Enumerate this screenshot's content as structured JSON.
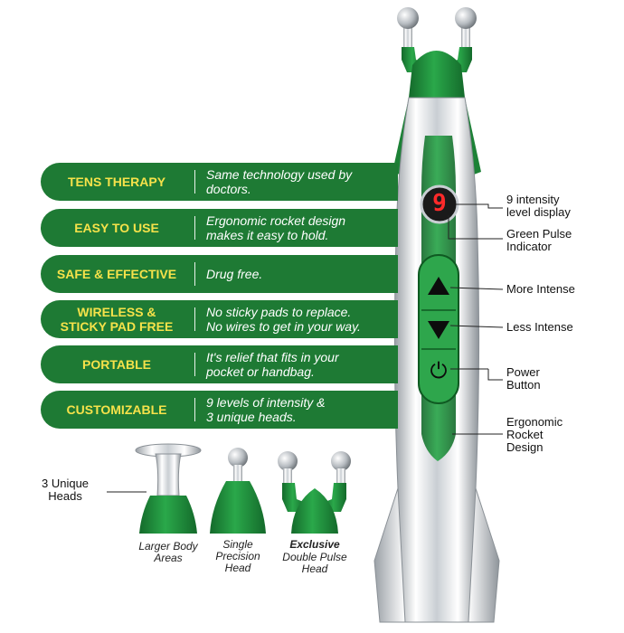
{
  "features": [
    {
      "title": "TENS THERAPY",
      "desc": "Same technology used by\ndoctors."
    },
    {
      "title": "EASY TO USE",
      "desc": "Ergonomic rocket design\nmakes it easy to hold."
    },
    {
      "title": "SAFE & EFFECTIVE",
      "desc": "Drug free."
    },
    {
      "title": "WIRELESS &\nSTICKY PAD FREE",
      "desc": "No sticky pads to replace.\nNo wires to get in your way."
    },
    {
      "title": "PORTABLE",
      "desc": "It's relief that fits in your\npocket or handbag."
    },
    {
      "title": "CUSTOMIZABLE",
      "desc": "9 levels of intensity &\n3 unique heads."
    }
  ],
  "callouts": {
    "intensity_display": "9 intensity\nlevel display",
    "pulse_indicator": "Green Pulse\nIndicator",
    "more_intense": "More Intense",
    "less_intense": "Less Intense",
    "power_button": "Power\nButton",
    "ergonomic": "Ergonomic\nRocket\nDesign"
  },
  "display_digit": "9",
  "heads": {
    "label": "3 Unique\nHeads",
    "large": "Larger Body\nAreas",
    "single": "Single\nPrecision\nHead",
    "double_bold": "Exclusive",
    "double": "Double Pulse\nHead"
  },
  "colors": {
    "green": "#1e7a34",
    "device_green": "#1f8f3c",
    "yellow": "#f6e24a",
    "led": "#ff2a2a"
  }
}
